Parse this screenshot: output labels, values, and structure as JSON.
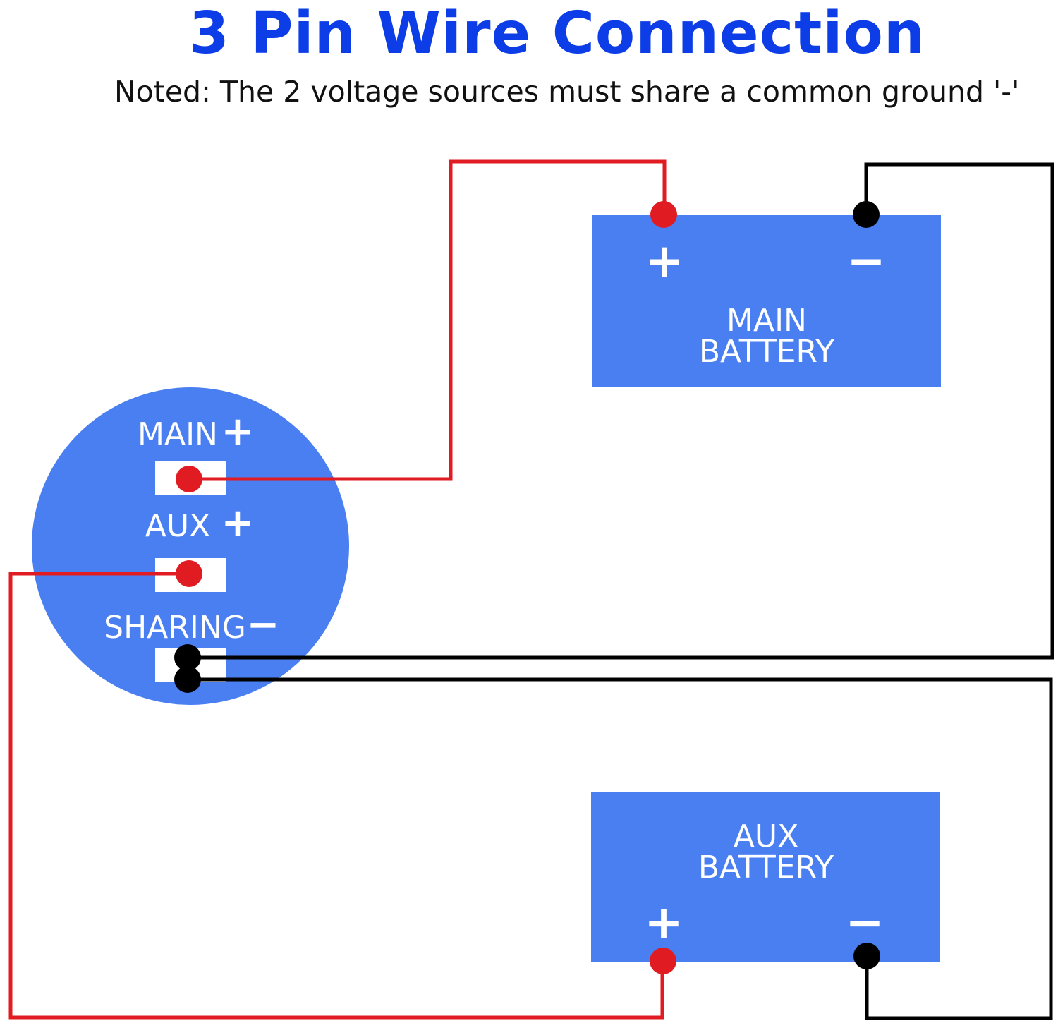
{
  "title": "3 Pin Wire Connection",
  "note": "Noted: The 2 voltage sources must share a common ground '-'",
  "colors": {
    "title": "#0c3de6",
    "panel": "#4a7ff2",
    "positive_wire": "#e01b22",
    "negative_wire": "#000000",
    "pin_slot": "#ffffff"
  },
  "connector": {
    "pins": [
      {
        "label": "MAIN",
        "sign": "+"
      },
      {
        "label": "AUX",
        "sign": "+"
      },
      {
        "label": "SHARING",
        "sign": "−"
      }
    ]
  },
  "main_battery": {
    "line1": "MAIN",
    "line2": "BATTERY",
    "plus": "+",
    "minus": "−"
  },
  "aux_battery": {
    "line1": "AUX",
    "line2": "BATTERY",
    "plus": "+",
    "minus": "−"
  }
}
